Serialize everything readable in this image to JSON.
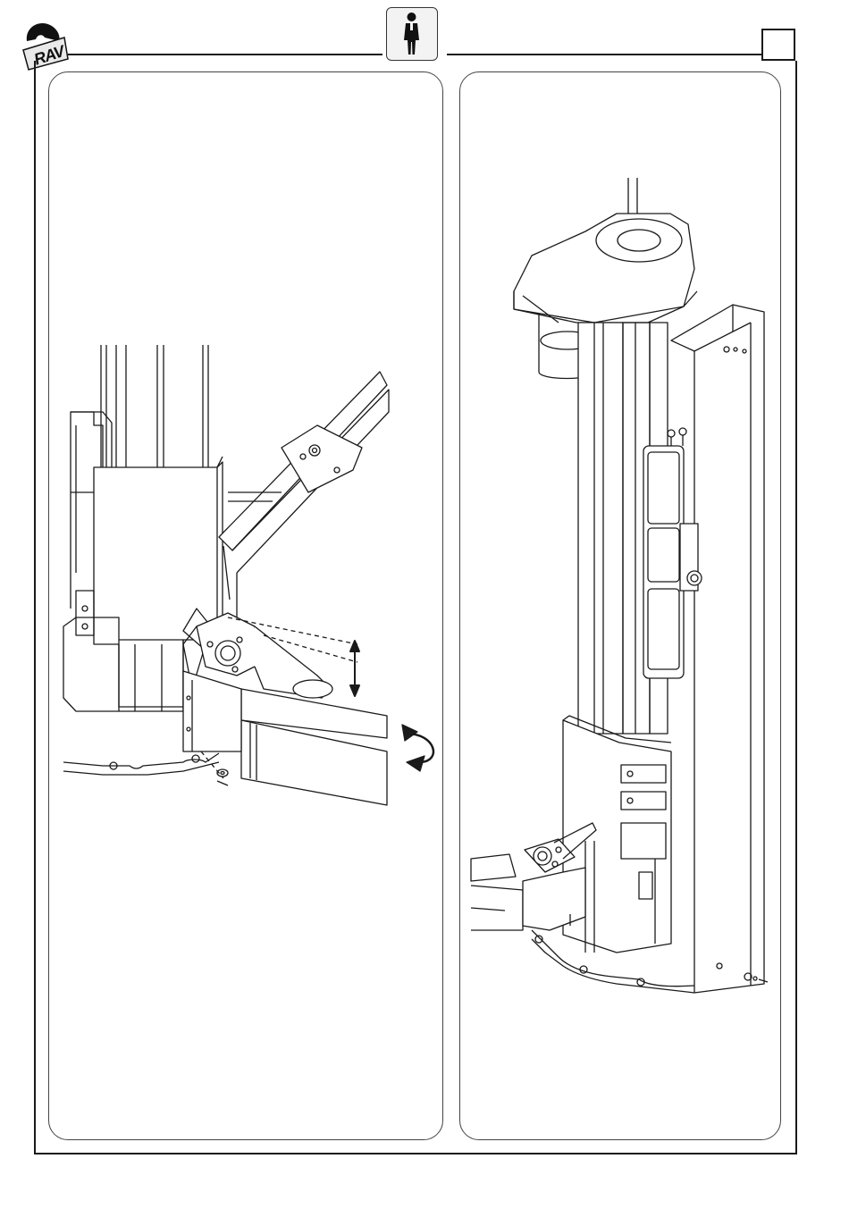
{
  "header": {
    "logo_text": "RAV",
    "logo_icon": "rav-logo-icon",
    "operator_icon": "operator-person-icon",
    "page_box_label": ""
  },
  "figures": {
    "left_panel": {
      "illustration": "lift-column-base-and-arm-illustration",
      "arrow_icons": [
        "vertical-double-arrow-icon",
        "rotation-arrow-icon"
      ]
    },
    "right_panel": {
      "illustration": "lift-column-with-motor-and-control-box-illustration"
    }
  },
  "colors": {
    "line": "#1a1a1a",
    "panel_border": "#444444",
    "background": "#ffffff"
  }
}
